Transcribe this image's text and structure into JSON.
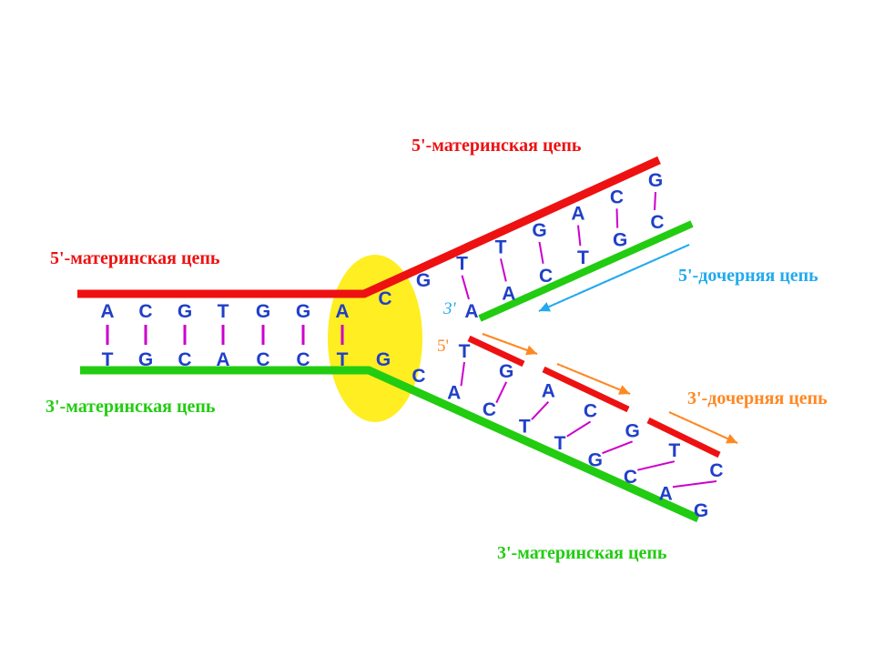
{
  "colors": {
    "mother_5": "#ee1111",
    "mother_3": "#22cc11",
    "daughter_5": "#22aaee",
    "daughter_3": "#ff8822",
    "enzyme": "#ffee22",
    "base": "#2040c8",
    "bond": "#cc00cc"
  },
  "labels": {
    "mother5_left": "5'-материнская цепь",
    "mother3_left": "3'-материнская цепь",
    "mother5_top": "5'-материнская цепь",
    "daughter5": "5'-дочерняя цепь",
    "daughter3": "3'-дочерняя цепь",
    "mother3_bottom": "3'-материнская цепь",
    "end_3": "3'",
    "end_5": "5'"
  },
  "sequences": {
    "stem_top": [
      "A",
      "C",
      "G",
      "T",
      "G",
      "G",
      "A"
    ],
    "stem_bottom": [
      "T",
      "G",
      "C",
      "A",
      "C",
      "C",
      "T"
    ],
    "fork_junction_top": "C",
    "fork_junction_bottom": "G",
    "upper_mother": [
      "G",
      "T",
      "T",
      "G",
      "A",
      "C",
      "G"
    ],
    "upper_daughter": [
      "A",
      "A",
      "C",
      "T",
      "G",
      "C"
    ],
    "lower_mother": [
      "C",
      "A",
      "C",
      "T",
      "T",
      "G",
      "C",
      "A",
      "G"
    ],
    "lower_daughter": [
      "T",
      "G",
      "A",
      "C",
      "G",
      "T",
      "C"
    ]
  }
}
